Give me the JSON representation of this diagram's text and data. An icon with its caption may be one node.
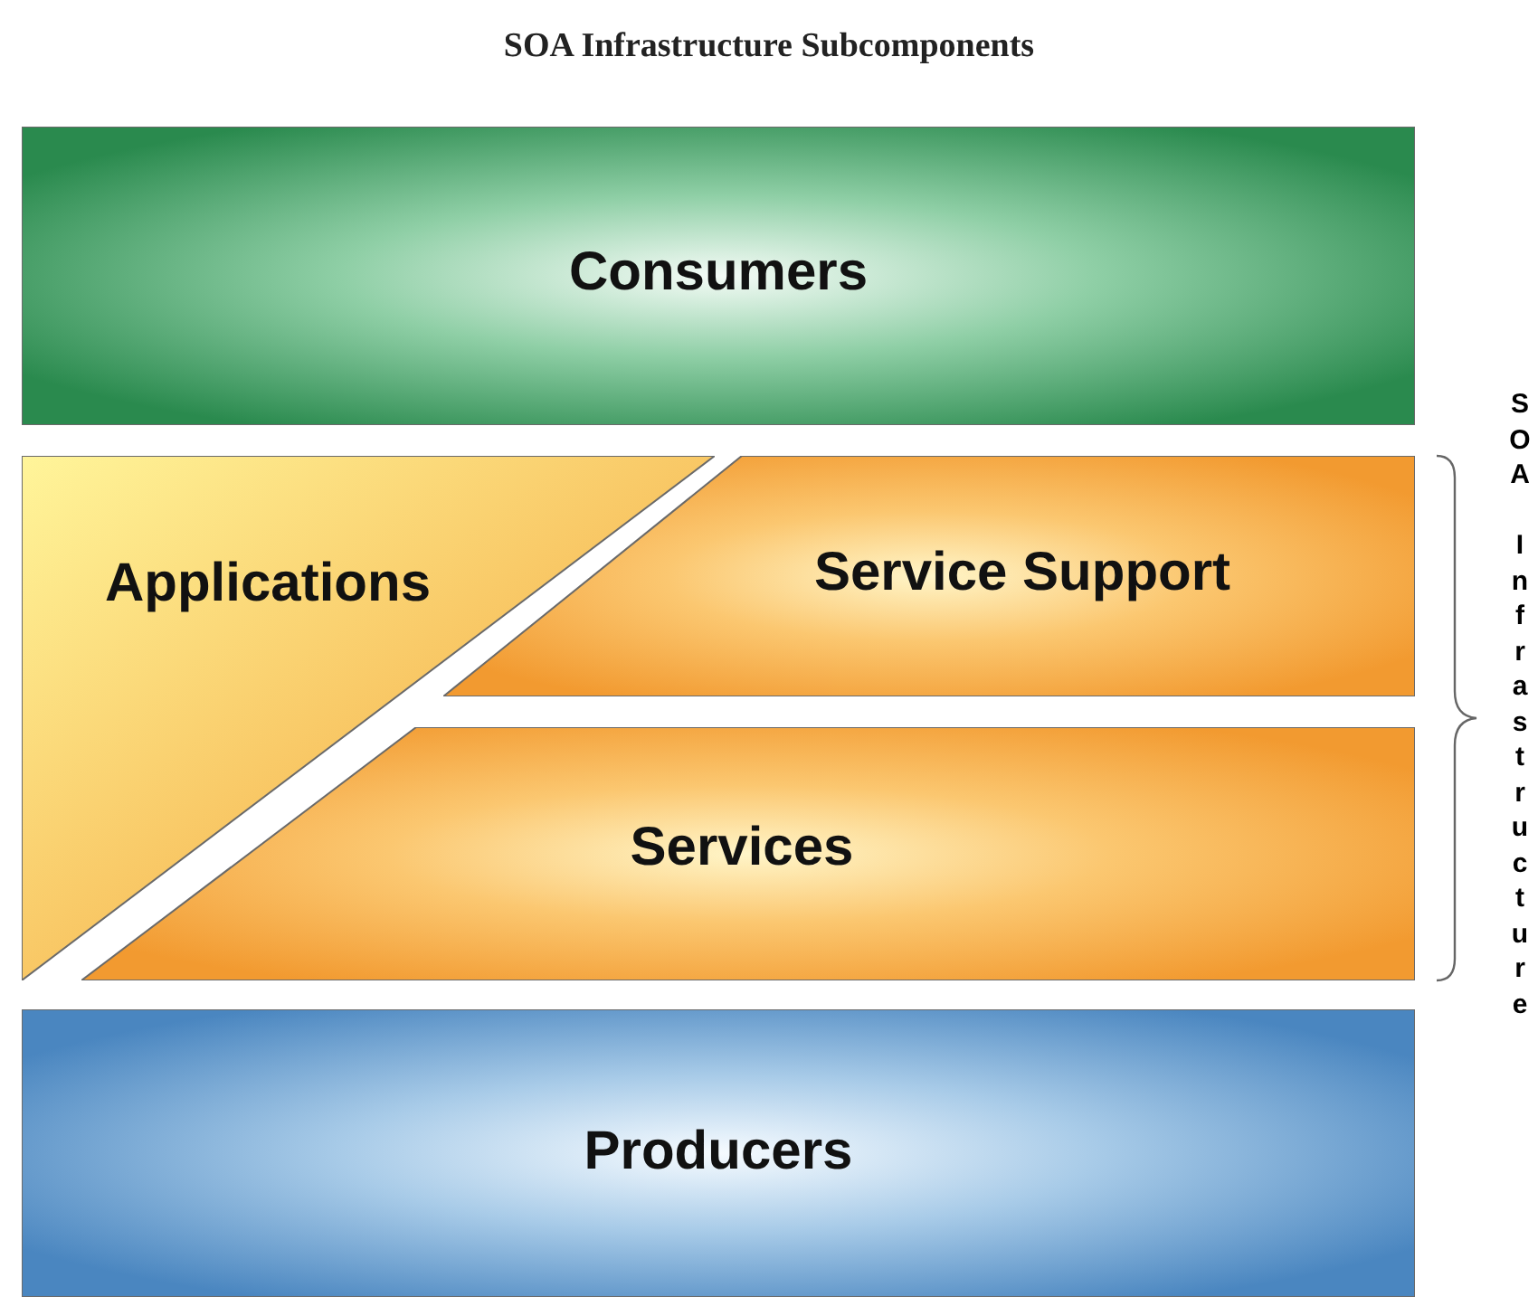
{
  "diagram": {
    "title": "SOA Infrastructure Subcomponents",
    "nodes": [
      {
        "text": [
          "Consumers"
        ]
      },
      {
        "text": [
          "Applications"
        ]
      },
      {
        "text": [
          "Service Support"
        ]
      },
      {
        "text": [
          "Services"
        ]
      },
      {
        "text": [
          "Producers"
        ]
      }
    ],
    "labels": [
      "SOA Infrastructure"
    ]
  }
}
